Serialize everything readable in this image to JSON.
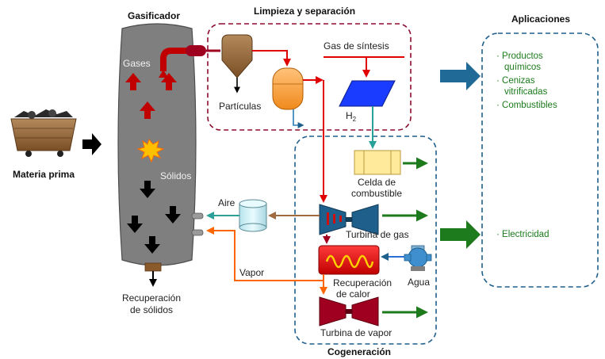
{
  "titles": {
    "gasifier": "Gasificador",
    "cleaning": "Limpieza y separación",
    "applications": "Aplicaciones",
    "cogeneration": "Cogeneración"
  },
  "labels": {
    "feedstock": "Materia prima",
    "gases": "Gases",
    "solids": "Sólidos",
    "solids_recovery": [
      "Recuperación",
      "de sólidos"
    ],
    "particles": "Partículas",
    "syngas": "Gas de síntesis",
    "h2": "H",
    "h2_sub": "2",
    "fuel_cell": [
      "Celda de",
      "combustible"
    ],
    "gas_turbine": "Turbina de gas",
    "heat_recovery": [
      "Recuperación",
      "de calor"
    ],
    "water": "Agua",
    "steam_turbine": "Turbina de vapor",
    "air": "Aire",
    "steam": "Vapor"
  },
  "applications": {
    "products": [
      "· Productos",
      "químicos",
      "· Cenizas",
      "vitrificadas",
      "· Combustibles"
    ],
    "electricity": "· Electricidad"
  },
  "colors": {
    "gasifier_body": "#7f7f7f",
    "red_flow": "#c00000",
    "bright_red_flow": "#ff1a1a",
    "teal_flow": "#2aa198",
    "brown_flow": "#9e6a3e",
    "orange_flow": "#ff6600",
    "green_arrow": "#1d7a1d",
    "blue_arrow": "#1f5f8b",
    "cleaning_border": "#8b0c2e",
    "dashed_blue_border": "#1f5f8b"
  }
}
